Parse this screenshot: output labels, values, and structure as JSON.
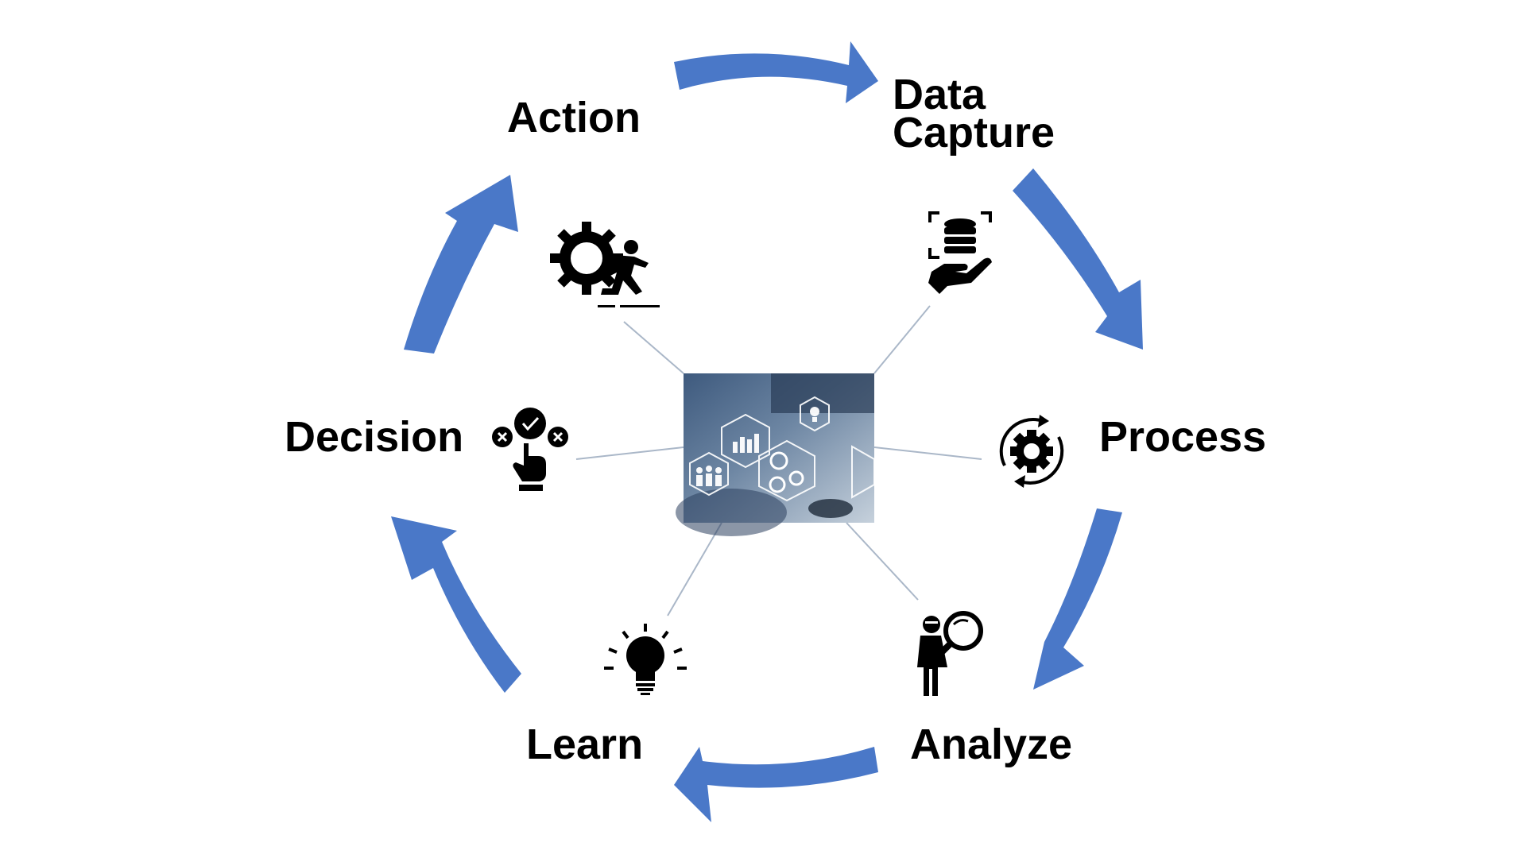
{
  "diagram": {
    "type": "cycle",
    "stages": [
      {
        "label": "Action",
        "icon": "gear-runner-icon"
      },
      {
        "label": "Data Capture",
        "label_lines": [
          "Data",
          "Capture"
        ],
        "icon": "database-hand-icon"
      },
      {
        "label": "Process",
        "icon": "gear-cycle-icon"
      },
      {
        "label": "Analyze",
        "icon": "person-magnifier-icon"
      },
      {
        "label": "Learn",
        "icon": "lightbulb-icon"
      },
      {
        "label": "Decision",
        "icon": "choice-hand-icon"
      }
    ],
    "center": {
      "icon": "analytics-photo-icon"
    },
    "colors": {
      "arrow": "#4a78c8",
      "connector": "#aab7c8",
      "photo_dark": "#2b3f5e",
      "photo_light": "#c8d3df"
    }
  }
}
